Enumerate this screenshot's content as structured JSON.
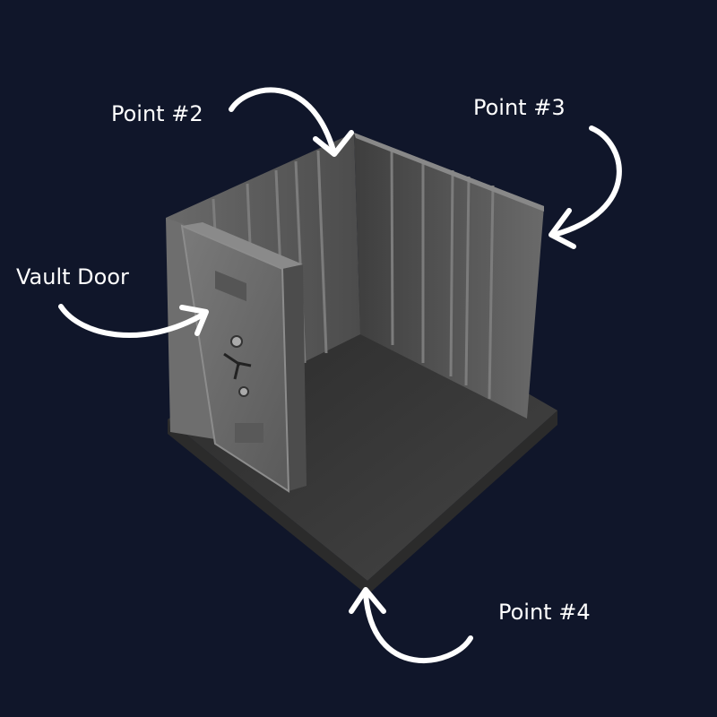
{
  "labels": {
    "point2": "Point #2",
    "point3": "Point #3",
    "vault_door": "Vault Door",
    "point4": "Point #4"
  },
  "colors": {
    "background": "#10162a",
    "annotation": "#ffffff",
    "wall": "#5e5e5e",
    "floor": "#3a3a3a"
  }
}
